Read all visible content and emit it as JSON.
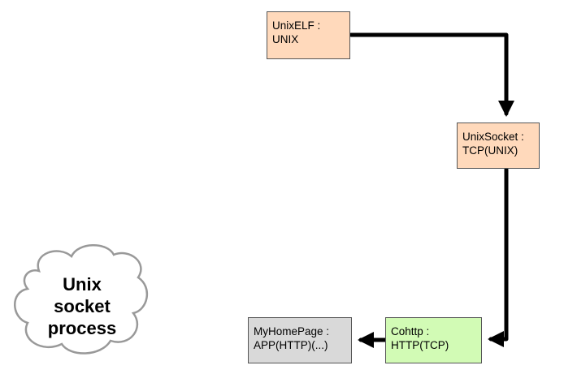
{
  "nodes": {
    "unixelf": {
      "line1": "UnixELF :",
      "line2": "UNIX",
      "fill": "#ffd9bb"
    },
    "unixsocket": {
      "line1": "UnixSocket :",
      "line2": "TCP(UNIX)",
      "fill": "#ffd9bb"
    },
    "cohttp": {
      "line1": "Cohttp :",
      "line2": "HTTP(TCP)",
      "fill": "#d2fbb5"
    },
    "myhomepage": {
      "line1": "MyHomePage :",
      "line2": "APP(HTTP)(...)",
      "fill": "#d9d9d9"
    }
  },
  "cloud": {
    "lines": [
      "Unix",
      "socket",
      "process"
    ],
    "fill": "#ffffff",
    "stroke": "#999999"
  },
  "edges": [
    {
      "from": "unixelf",
      "to": "unixsocket"
    },
    {
      "from": "unixsocket",
      "to": "cohttp"
    },
    {
      "from": "cohttp",
      "to": "myhomepage"
    }
  ],
  "colors": {
    "edge": "#000000",
    "node_border": "#555555"
  }
}
